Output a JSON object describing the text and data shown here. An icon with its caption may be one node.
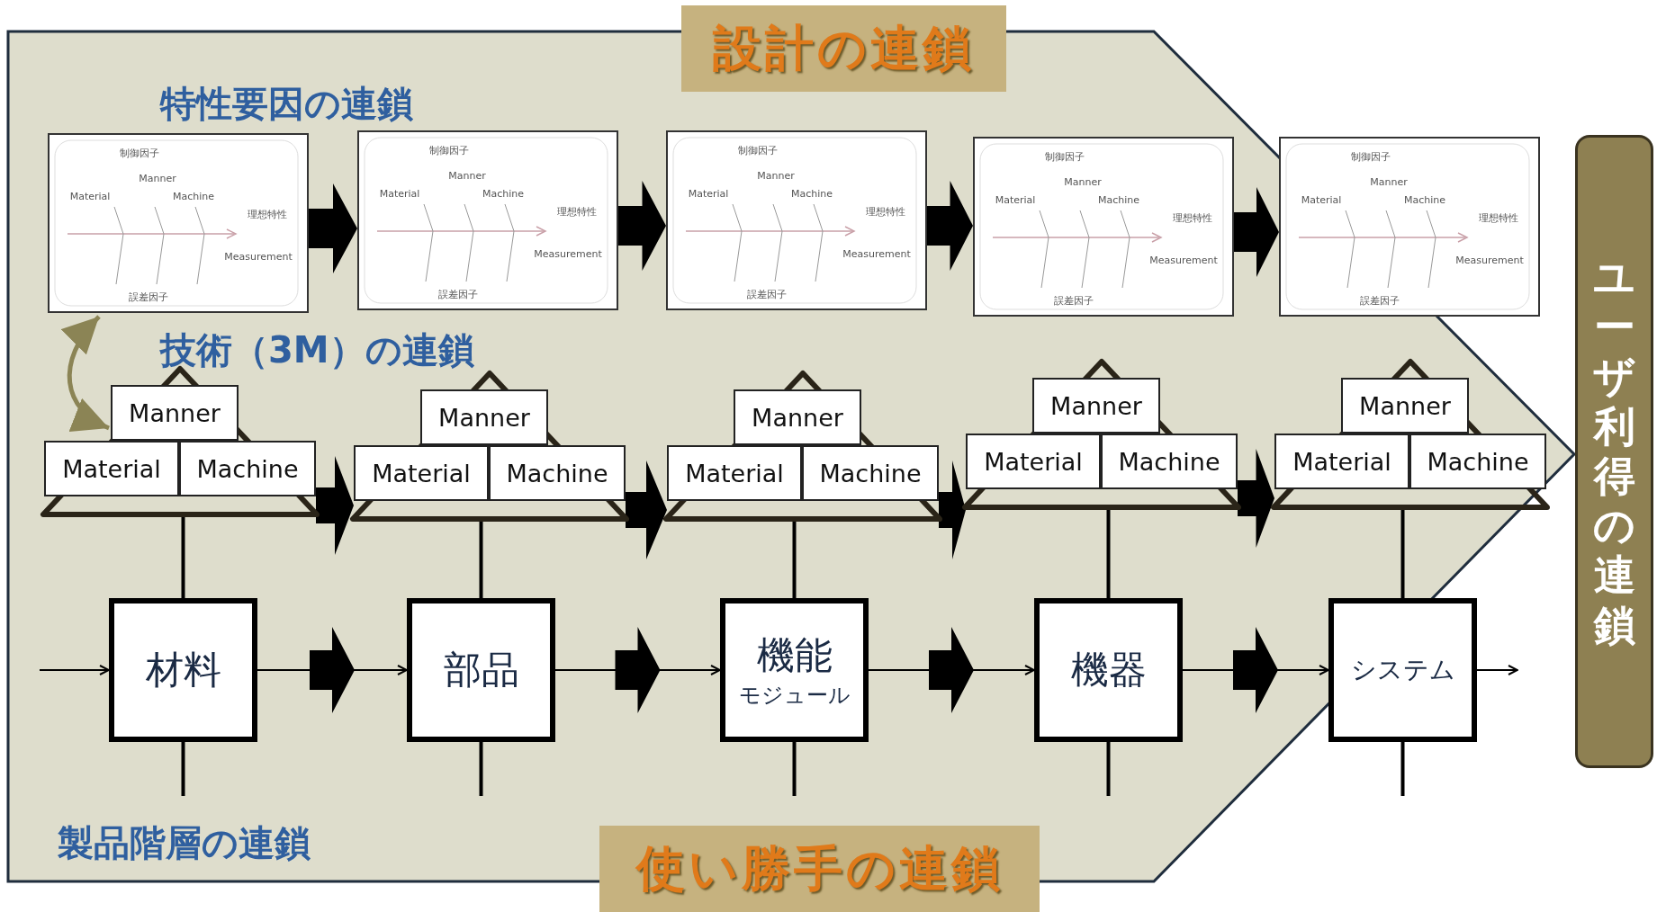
{
  "diagram": {
    "nodes": [
      {
        "text": [
          "設計の連鎖"
        ]
      },
      {
        "text": [
          "使い勝手の連鎖"
        ]
      },
      {
        "text": [
          "ユーザ利得の連鎖"
        ]
      },
      {
        "text": [
          "制御因子",
          "Manner",
          "Material",
          "Machine",
          "理想特性",
          "Measurement",
          "誤差因子"
        ]
      },
      {
        "text": [
          "制御因子",
          "Manner",
          "Material",
          "Machine",
          "理想特性",
          "Measurement",
          "誤差因子"
        ]
      },
      {
        "text": [
          "制御因子",
          "Manner",
          "Material",
          "Machine",
          "理想特性",
          "Measurement",
          "誤差因子"
        ]
      },
      {
        "text": [
          "制御因子",
          "Manner",
          "Material",
          "Machine",
          "理想特性",
          "Measurement",
          "誤差因子"
        ]
      },
      {
        "text": [
          "制御因子",
          "Manner",
          "Material",
          "Machine",
          "理想特性",
          "Measurement",
          "誤差因子"
        ]
      },
      {
        "text": [],
        "shape": "triangle"
      },
      {
        "text": [
          "Manner"
        ],
        "in": 8
      },
      {
        "text": [
          "Material"
        ],
        "in": 8
      },
      {
        "text": [
          "Machine"
        ],
        "in": 8
      },
      {
        "text": [],
        "shape": "triangle"
      },
      {
        "text": [
          "Manner"
        ],
        "in": 12
      },
      {
        "text": [
          "Material"
        ],
        "in": 12
      },
      {
        "text": [
          "Machine"
        ],
        "in": 12
      },
      {
        "text": [],
        "shape": "triangle"
      },
      {
        "text": [
          "Manner"
        ],
        "in": 16
      },
      {
        "text": [
          "Material"
        ],
        "in": 16
      },
      {
        "text": [
          "Machine"
        ],
        "in": 16
      },
      {
        "text": [],
        "shape": "triangle"
      },
      {
        "text": [
          "Manner"
        ],
        "in": 20
      },
      {
        "text": [
          "Material"
        ],
        "in": 20
      },
      {
        "text": [
          "Machine"
        ],
        "in": 20
      },
      {
        "text": [],
        "shape": "triangle"
      },
      {
        "text": [
          "Manner"
        ],
        "in": 24
      },
      {
        "text": [
          "Material"
        ],
        "in": 24
      },
      {
        "text": [
          "Machine"
        ],
        "in": 24
      },
      {
        "text": [
          "材料"
        ]
      },
      {
        "text": [
          "部品"
        ]
      },
      {
        "text": [
          "機能",
          "モジュール"
        ]
      },
      {
        "text": [
          "機器"
        ]
      },
      {
        "text": [
          "システム"
        ]
      }
    ],
    "edges": [
      {
        "from": 3,
        "to": 4,
        "arrow": "to"
      },
      {
        "from": 4,
        "to": 5,
        "arrow": "to"
      },
      {
        "from": 5,
        "to": 6,
        "arrow": "to"
      },
      {
        "from": 6,
        "to": 7,
        "arrow": "to"
      },
      {
        "from": 3,
        "to": 9,
        "arrow": "both",
        "color": "#8b8455"
      },
      {
        "from": 11,
        "to": 14,
        "arrow": "to"
      },
      {
        "from": 15,
        "to": 18,
        "arrow": "to"
      },
      {
        "from": 19,
        "to": 22,
        "arrow": "to"
      },
      {
        "from": 23,
        "to": 26,
        "arrow": "to"
      },
      {
        "from": null,
        "to": 28,
        "arrow": "to"
      },
      {
        "from": 28,
        "to": 29,
        "arrow": "to"
      },
      {
        "from": 29,
        "to": 30,
        "arrow": "to"
      },
      {
        "from": 30,
        "to": 31,
        "arrow": "to"
      },
      {
        "from": 31,
        "to": 32,
        "arrow": "to"
      },
      {
        "from": 32,
        "to": null,
        "arrow": "to"
      },
      {
        "from": 28,
        "to": 8,
        "arrow": "none"
      },
      {
        "from": 29,
        "to": 12,
        "arrow": "none"
      },
      {
        "from": 30,
        "to": 16,
        "arrow": "none"
      },
      {
        "from": 31,
        "to": 20,
        "arrow": "none"
      },
      {
        "from": 32,
        "to": 24,
        "arrow": "none"
      },
      {
        "from": 28,
        "to": null,
        "arrow": "none"
      },
      {
        "from": 29,
        "to": null,
        "arrow": "none"
      },
      {
        "from": 30,
        "to": null,
        "arrow": "none"
      },
      {
        "from": 31,
        "to": null,
        "arrow": "none"
      },
      {
        "from": 32,
        "to": null,
        "arrow": "none"
      }
    ],
    "labels": [
      "特性要因の連鎖",
      "技術（3M）の連鎖",
      "製品階層の連鎖"
    ]
  }
}
